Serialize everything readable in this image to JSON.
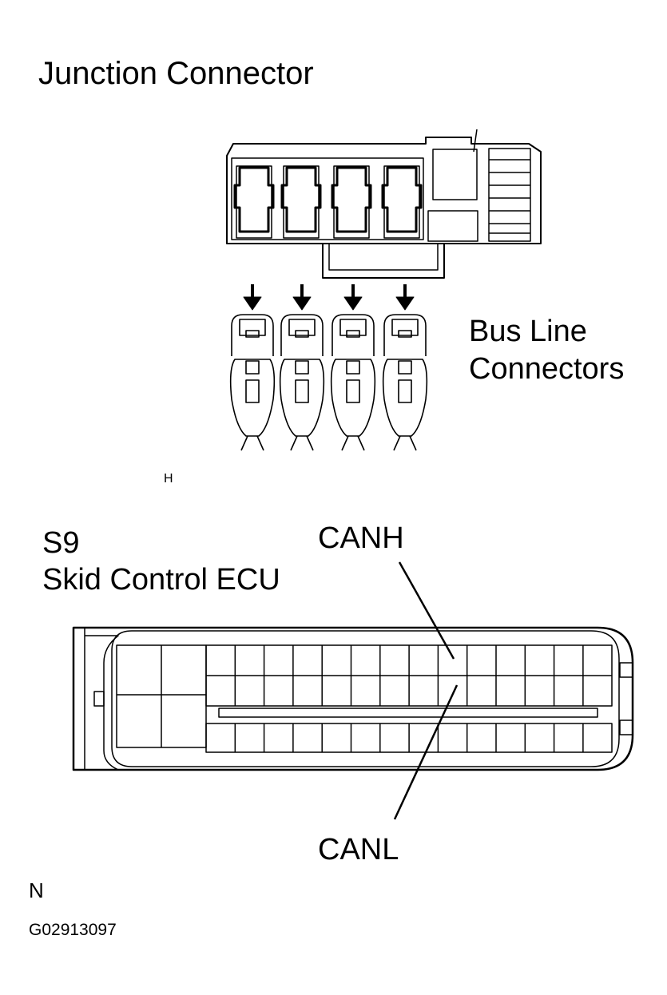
{
  "junction": {
    "title": "Junction Connector"
  },
  "bus_line": {
    "line1": "Bus Line",
    "line2": "Connectors"
  },
  "marks": {
    "h": "H",
    "n": "N"
  },
  "ecu": {
    "code": "S9",
    "name": "Skid Control ECU"
  },
  "pins": {
    "canh": "CANH",
    "canl": "CANL"
  },
  "figure_id": "G02913097",
  "colors": {
    "line": "#000000",
    "background": "#ffffff"
  }
}
